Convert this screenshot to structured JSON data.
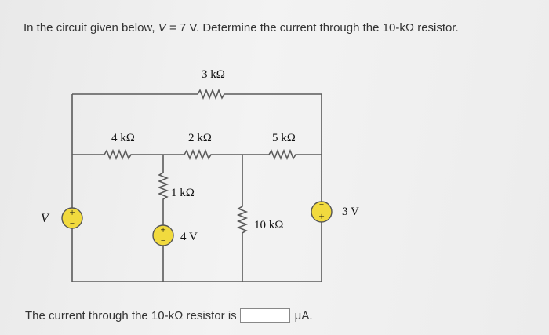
{
  "question": {
    "prefix": "In the circuit given below, ",
    "var": "V",
    "suffix": " = 7 V. Determine the current through the 10-kΩ resistor."
  },
  "circuit": {
    "resistors": {
      "r3k": "3 kΩ",
      "r4k": "4 kΩ",
      "r2k": "2 kΩ",
      "r5k": "5 kΩ",
      "r1k": "1 kΩ",
      "r10k": "10 kΩ"
    },
    "sources": {
      "v_label": "V",
      "v4": "4 V",
      "v3": "3 V",
      "plus": "+",
      "minus": "−"
    }
  },
  "answer": {
    "label": "The current through the 10-kΩ resistor is",
    "value": "",
    "unit": "μA."
  }
}
